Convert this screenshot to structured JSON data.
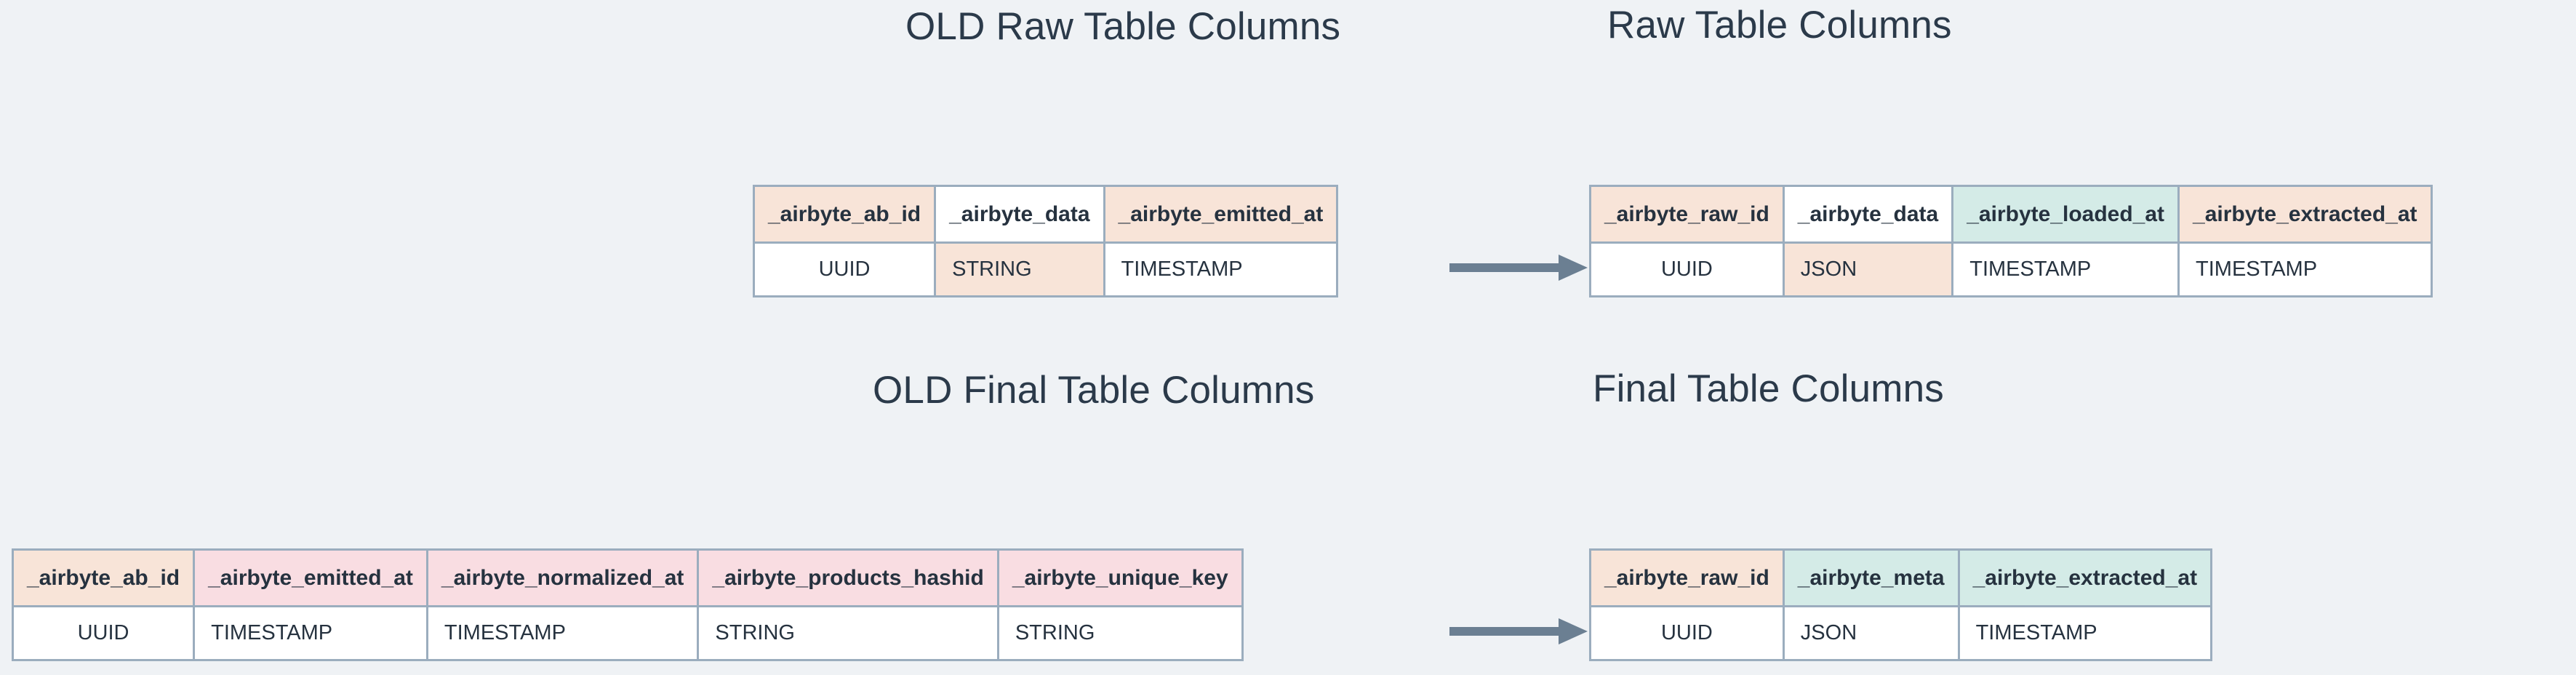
{
  "theme": {
    "background": "#eff2f5",
    "border": "#9badbe",
    "text": "#26323f",
    "title_text": "#2b3a4a",
    "peach": "#f8e4d8",
    "teal": "#d4ebe7",
    "pink": "#f9dde2",
    "white": "#ffffff",
    "arrow": "#6b7f92"
  },
  "sections": {
    "old_raw": {
      "title": "OLD Raw Table Columns"
    },
    "new_raw": {
      "title": "Raw Table Columns"
    },
    "old_final": {
      "title": "OLD Final Table Columns"
    },
    "new_final": {
      "title": "Final Table Columns"
    }
  },
  "tables": {
    "old_raw": {
      "name": "OLD Raw Table Columns",
      "columns": [
        {
          "header": "_airbyte_ab_id",
          "type": "UUID",
          "header_fill": "peach",
          "type_fill": "plain"
        },
        {
          "header": "_airbyte_data",
          "type": "STRING",
          "header_fill": "plain",
          "type_fill": "peach"
        },
        {
          "header": "_airbyte_emitted_at",
          "type": "TIMESTAMP",
          "header_fill": "peach",
          "type_fill": "plain"
        }
      ]
    },
    "new_raw": {
      "name": "Raw Table Columns",
      "columns": [
        {
          "header": "_airbyte_raw_id",
          "type": "UUID",
          "header_fill": "peach",
          "type_fill": "plain"
        },
        {
          "header": "_airbyte_data",
          "type": "JSON",
          "header_fill": "plain",
          "type_fill": "peach"
        },
        {
          "header": "_airbyte_loaded_at",
          "type": "TIMESTAMP",
          "header_fill": "teal",
          "type_fill": "plain"
        },
        {
          "header": "_airbyte_extracted_at",
          "type": "TIMESTAMP",
          "header_fill": "peach",
          "type_fill": "plain"
        }
      ]
    },
    "old_final": {
      "name": "OLD Final Table Columns",
      "columns": [
        {
          "header": "_airbyte_ab_id",
          "type": "UUID",
          "header_fill": "peach",
          "type_fill": "plain"
        },
        {
          "header": "_airbyte_emitted_at",
          "type": "TIMESTAMP",
          "header_fill": "pink",
          "type_fill": "plain"
        },
        {
          "header": "_airbyte_normalized_at",
          "type": "TIMESTAMP",
          "header_fill": "pink",
          "type_fill": "plain"
        },
        {
          "header": "_airbyte_products_hashid",
          "type": "STRING",
          "header_fill": "pink",
          "type_fill": "plain"
        },
        {
          "header": "_airbyte_unique_key",
          "type": "STRING",
          "header_fill": "pink",
          "type_fill": "plain"
        }
      ]
    },
    "new_final": {
      "name": "Final Table Columns",
      "columns": [
        {
          "header": "_airbyte_raw_id",
          "type": "UUID",
          "header_fill": "peach",
          "type_fill": "plain"
        },
        {
          "header": "_airbyte_meta",
          "type": "JSON",
          "header_fill": "teal",
          "type_fill": "plain"
        },
        {
          "header": "_airbyte_extracted_at",
          "type": "TIMESTAMP",
          "header_fill": "teal",
          "type_fill": "plain"
        }
      ]
    }
  },
  "arrows": [
    {
      "name": "raw-migration-arrow",
      "label": ""
    },
    {
      "name": "final-migration-arrow",
      "label": ""
    }
  ]
}
